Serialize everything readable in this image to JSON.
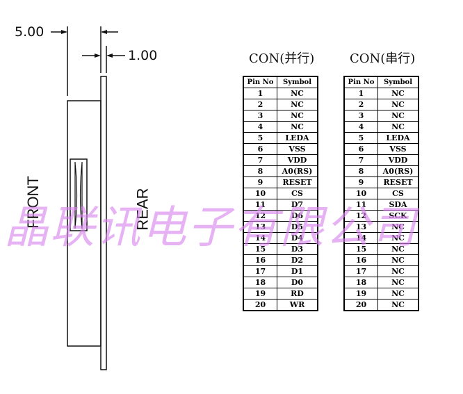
{
  "dimensions": {
    "width_5": "5.00",
    "width_1": "1.00"
  },
  "labels": {
    "front": "FRONT",
    "rear": "REAR"
  },
  "tables": {
    "parallel": {
      "title": "CON(并行)",
      "headers": [
        "Pin No",
        "Symbol"
      ],
      "rows": [
        [
          "1",
          "NC"
        ],
        [
          "2",
          "NC"
        ],
        [
          "3",
          "NC"
        ],
        [
          "4",
          "NC"
        ],
        [
          "5",
          "LEDA"
        ],
        [
          "6",
          "VSS"
        ],
        [
          "7",
          "VDD"
        ],
        [
          "8",
          "A0(RS)"
        ],
        [
          "9",
          "RESET"
        ],
        [
          "10",
          "CS"
        ],
        [
          "11",
          "D7"
        ],
        [
          "12",
          "D6"
        ],
        [
          "13",
          "D5"
        ],
        [
          "14",
          "D4"
        ],
        [
          "15",
          "D3"
        ],
        [
          "16",
          "D2"
        ],
        [
          "17",
          "D1"
        ],
        [
          "18",
          "D0"
        ],
        [
          "19",
          "RD"
        ],
        [
          "20",
          "WR"
        ]
      ]
    },
    "serial": {
      "title": "CON(串行)",
      "headers": [
        "Pin No",
        "Symbol"
      ],
      "rows": [
        [
          "1",
          "NC"
        ],
        [
          "2",
          "NC"
        ],
        [
          "3",
          "NC"
        ],
        [
          "4",
          "NC"
        ],
        [
          "5",
          "LEDA"
        ],
        [
          "6",
          "VSS"
        ],
        [
          "7",
          "VDD"
        ],
        [
          "8",
          "A0(RS)"
        ],
        [
          "9",
          "RESET"
        ],
        [
          "10",
          "CS"
        ],
        [
          "11",
          "SDA"
        ],
        [
          "12",
          "SCK"
        ],
        [
          "13",
          "NC"
        ],
        [
          "14",
          "NC"
        ],
        [
          "15",
          "NC"
        ],
        [
          "16",
          "NC"
        ],
        [
          "17",
          "NC"
        ],
        [
          "18",
          "NC"
        ],
        [
          "19",
          "NC"
        ],
        [
          "20",
          "NC"
        ]
      ]
    }
  },
  "watermark": "晶联讯电子有限公司",
  "colors": {
    "watermark": "#d682ee",
    "line": "#111111"
  }
}
